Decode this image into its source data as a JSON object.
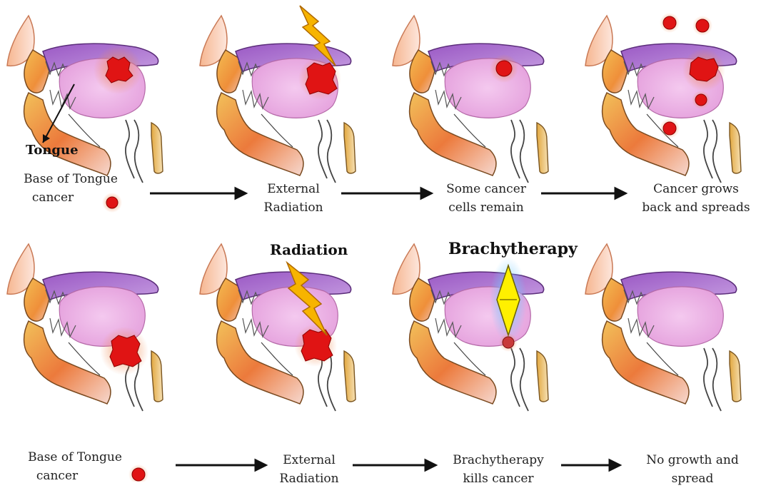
{
  "top_row": {
    "tongue_label": "Tongue",
    "step1": [
      "Base of Tongue",
      "cancer"
    ],
    "step2": [
      "External",
      "Radiation"
    ],
    "step3": [
      "Some cancer",
      "cells remain"
    ],
    "step4": [
      "Cancer grows",
      "back and spreads"
    ]
  },
  "bottom_row": {
    "radiation_label": "Radiation",
    "brachy_label": "Brachytherapy",
    "step1": [
      "Base of Tongue",
      "cancer"
    ],
    "step2": [
      "External",
      "Radiation"
    ],
    "step3": [
      "Brachytherapy",
      "kills cancer"
    ],
    "step4": [
      "No growth and",
      "spread"
    ]
  },
  "colors": {
    "tumor": "#e01414",
    "palate": "#a565c8",
    "tongue": "#e9a6e0",
    "skin": "#f0a04a",
    "bolt": "#f7b400"
  }
}
